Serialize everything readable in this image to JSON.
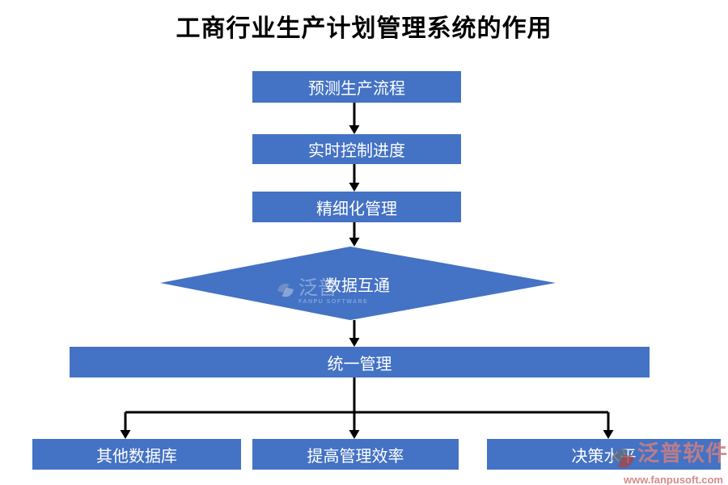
{
  "title": "工商行业生产计划管理系统的作用",
  "flow": {
    "step1": "预测生产流程",
    "step2": "实时控制进度",
    "step3": "精细化管理",
    "decision": "数据互通",
    "merge": "统一管理",
    "outcome1": "其他数据库",
    "outcome2": "提高管理效率",
    "outcome3": "决策水平"
  },
  "watermark": {
    "center_brand": "泛普",
    "center_sub": "FANPU SOFTWARE",
    "corner_brand": "泛普软件",
    "corner_url": "www.fanpusoft.com"
  },
  "colors": {
    "node_fill": "#4472C4",
    "node_text": "#ffffff",
    "arrow": "#000000",
    "watermark": "#cf8080"
  }
}
